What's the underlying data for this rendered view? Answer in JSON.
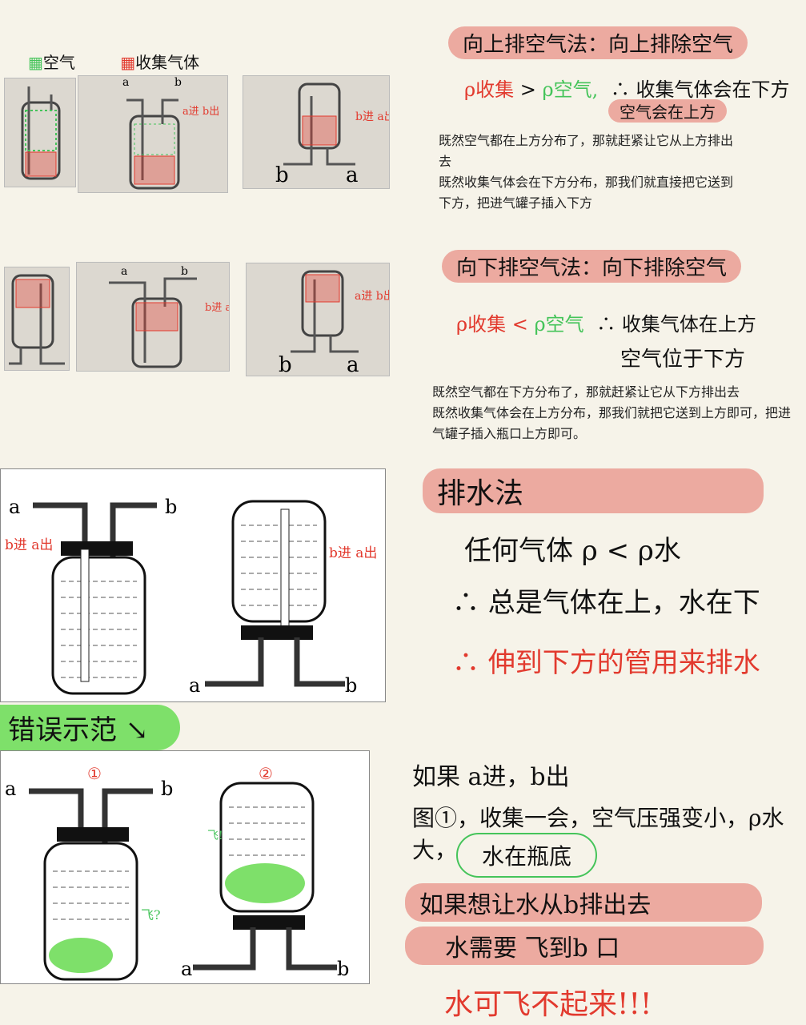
{
  "legend": {
    "air": "空气",
    "gas": "收集气体"
  },
  "colors": {
    "highlight": "#ecaaa0",
    "red": "#e23a2e",
    "green": "#45c45a",
    "paper": "#f6f3e9"
  },
  "labels": {
    "a": "a",
    "b": "b",
    "a_in_b_out": "a进 b出",
    "b_in_a_out": "b进 a出",
    "circle1": "①",
    "circle2": "②",
    "fly_q": "飞?",
    "fly_ex": "飞!"
  },
  "upward": {
    "title": "向上排空气法：向上排除空气",
    "rho_gas": "ρ收集",
    "gt": ">",
    "rho_air": "ρ空气,",
    "reason1": "∴ 收集气体会在下方",
    "reason2": "空气会在上方",
    "para": [
      "既然空气都在上方分布了，那就赶紧让它从上方排出去",
      "既然收集气体会在下方分布，那我们就直接把它送到下方，把进气罐子插入下方"
    ]
  },
  "downward": {
    "title": "向下排空气法：向下排除空气",
    "rho_gas": "ρ收集",
    "lt": "<",
    "rho_air": "ρ空气",
    "reason1": "∴ 收集气体在上方",
    "reason2": "空气位于下方",
    "para": [
      "既然空气都在下方分布了，那就赶紧让它从下方排出去",
      "既然收集气体会在上方分布，那我们就把它送到上方即可，把进气罐子插入瓶口上方即可。"
    ]
  },
  "water": {
    "title": "排水法",
    "line1": "任何气体 ρ < ρ水",
    "line2": "∴ 总是气体在上，水在下",
    "line3": "∴ 伸到下方的管用来排水"
  },
  "wrong": {
    "title": "错误示范 ↘",
    "line1": "如果 a进，b出",
    "line2": "图①，收集一会，空气压强变小，ρ水大，",
    "circled": "水在瓶底",
    "hl1": "如果想让水从b排出去",
    "hl2": "水需要 飞到b 口",
    "conclusion": "水可飞不起来!!!"
  }
}
